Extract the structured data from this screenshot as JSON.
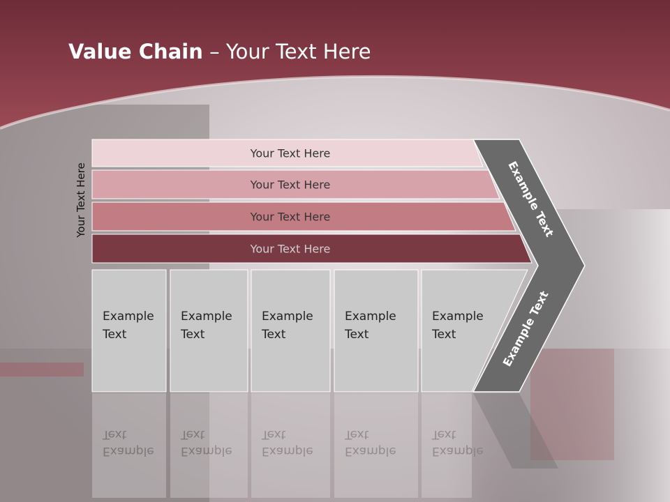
{
  "slide": {
    "title_bold": "Value Chain",
    "title_rest": "Your Text Here",
    "side_label": "Your Text Here"
  },
  "rows": [
    {
      "label": "Your Text Here",
      "color": "#ecd4d8",
      "text_color": "#333333"
    },
    {
      "label": "Your Text Here",
      "color": "#d7a3aa",
      "text_color": "#333333"
    },
    {
      "label": "Your Text Here",
      "color": "#c27c84",
      "text_color": "#333333"
    },
    {
      "label": "Your Text Here",
      "color": "#7a3a44",
      "text_color": "#cfcfcf"
    }
  ],
  "boxes": [
    {
      "line1": "Example",
      "line2": "Text"
    },
    {
      "line1": "Example",
      "line2": "Text"
    },
    {
      "line1": "Example",
      "line2": "Text"
    },
    {
      "line1": "Example",
      "line2": "Text"
    },
    {
      "line1": "Example",
      "line2": "Text"
    }
  ],
  "arrow": {
    "upper_label": "Example Text",
    "lower_label": "Example Text",
    "color": "#6a6a6a"
  },
  "colors": {
    "header": "#8c3f4a",
    "box_fill": "#c9c9c9"
  }
}
